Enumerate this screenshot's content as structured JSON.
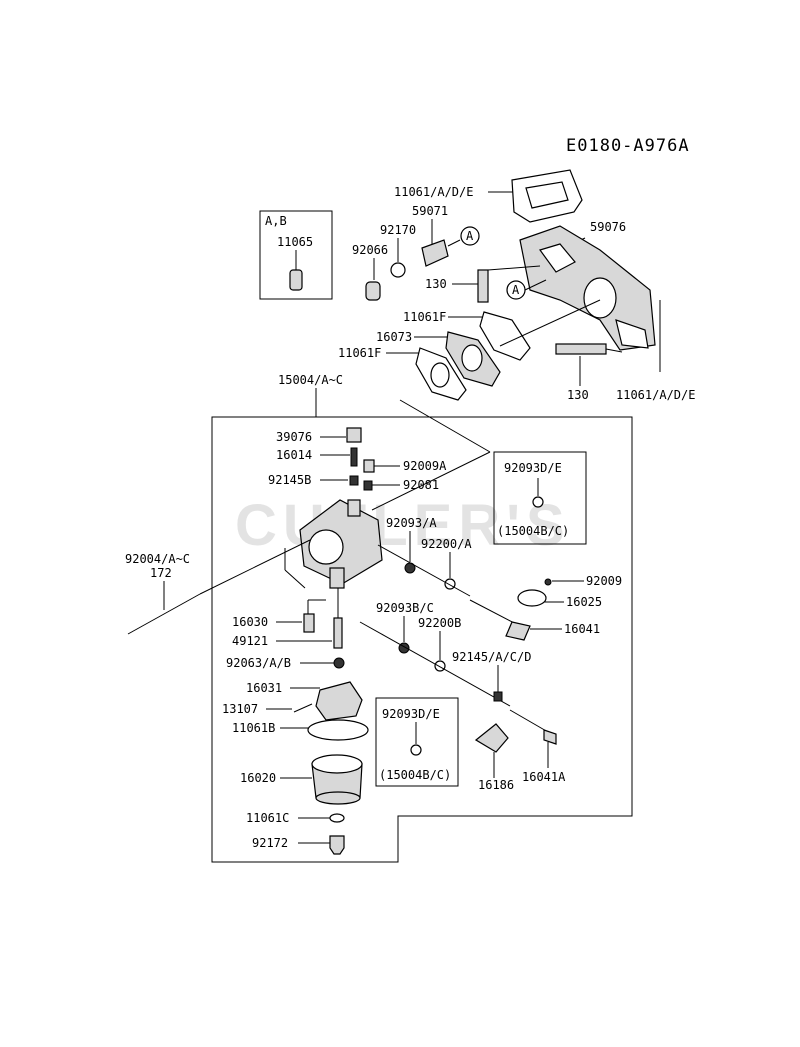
{
  "diagram_code": "E0180-A976A",
  "watermark": "CUTLER'S",
  "inset_box": {
    "header": "A,B",
    "part": "11065"
  },
  "callout_a_upper": "A",
  "callout_a_lower": "A",
  "note_box_upper": {
    "part": "92093D/E",
    "ref": "(15004B/C)"
  },
  "note_box_lower": {
    "part": "92093D/E",
    "ref": "(15004B/C)"
  },
  "labels": {
    "l_11061_ade_top": "11061/A/D/E",
    "l_59071": "59071",
    "l_92170": "92170",
    "l_92066": "92066",
    "l_59076": "59076",
    "l_130_upper": "130",
    "l_11061F_upper": "11061F",
    "l_16073": "16073",
    "l_11061F_lower": "11061F",
    "l_130_lower": "130",
    "l_11061_ade_bottom": "11061/A/D/E",
    "l_15004": "15004/A~C",
    "l_39076": "39076",
    "l_16014": "16014",
    "l_92009A": "92009A",
    "l_92145B": "92145B",
    "l_92081": "92081",
    "l_92093A": "92093/A",
    "l_92200A": "92200/A",
    "l_92004": "92004/A~C",
    "l_172": "172",
    "l_92009": "92009",
    "l_16025": "16025",
    "l_16041": "16041",
    "l_16030": "16030",
    "l_49121": "49121",
    "l_92093BC": "92093B/C",
    "l_92200B": "92200B",
    "l_92063": "92063/A/B",
    "l_92145ACD": "92145/A/C/D",
    "l_16031": "16031",
    "l_13107": "13107",
    "l_11061B": "11061B",
    "l_16020": "16020",
    "l_16186": "16186",
    "l_16041A": "16041A",
    "l_11061C": "11061C",
    "l_92172": "92172"
  }
}
